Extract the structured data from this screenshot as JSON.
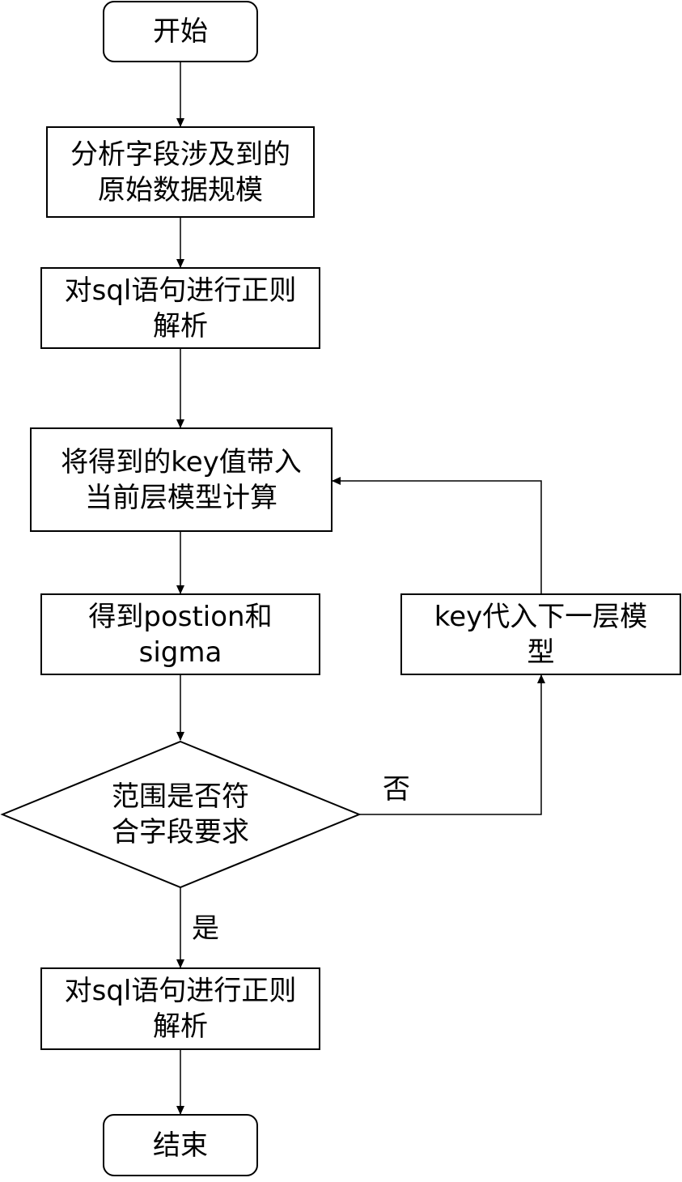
{
  "flowchart": {
    "start": {
      "text": "开始"
    },
    "step1": {
      "line1": "分析字段涉及到的",
      "line2": "原始数据规模"
    },
    "step2": {
      "line1": "对sql语句进行正则",
      "line2": "解析"
    },
    "step3": {
      "line1": "将得到的key值带入",
      "line2": "当前层模型计算"
    },
    "step4": {
      "line1": "得到postion和",
      "line2": "sigma"
    },
    "side_step": {
      "line1": "key代入下一层模",
      "line2": "型"
    },
    "decision": {
      "line1": "范围是否符",
      "line2": "合字段要求"
    },
    "label_no": "否",
    "label_yes": "是",
    "step5": {
      "line1": "对sql语句进行正则",
      "line2": "解析"
    },
    "end": {
      "text": "结束"
    }
  }
}
